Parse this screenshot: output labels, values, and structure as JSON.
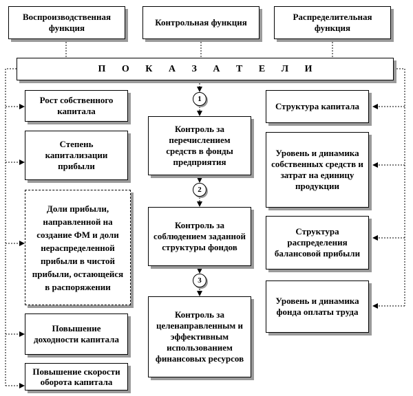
{
  "functions": {
    "reproductive": "Воспроизводственная функция",
    "control": "Контрольная функция",
    "distributive": "Распределительная функция"
  },
  "indicators": "П О К А З А Т Е Л И",
  "left": {
    "own_capital_growth": "Рост собственного капитала",
    "capitalization_degree": "Степень капитализации прибыли",
    "profit_shares": "Доли прибыли, направленной на создание ФМ и доли нераспределенной прибыли в чистой прибыли, остающейся в распоряжении",
    "profitability_increase": "Повышение доходности капитала",
    "turnover_speed": "Повышение скорости оборота капитала"
  },
  "center": {
    "step1": "1",
    "control_transfer": "Контроль за перечислением средств в фонды предприятия",
    "step2": "2",
    "control_structure": "Контроль за соблюдением заданной структуры фондов",
    "step3": "3",
    "control_usage": "Контроль за целенаправленным и эффективным использованием финансовых ресурсов"
  },
  "right": {
    "capital_structure": "Структура капитала",
    "own_funds_level": "Уровень и динамика собственных средств и затрат на единицу продукции",
    "profit_distribution": "Структура распределения балансовой прибыли",
    "wage_fund": "Уровень и динамика фонда оплаты труда"
  }
}
